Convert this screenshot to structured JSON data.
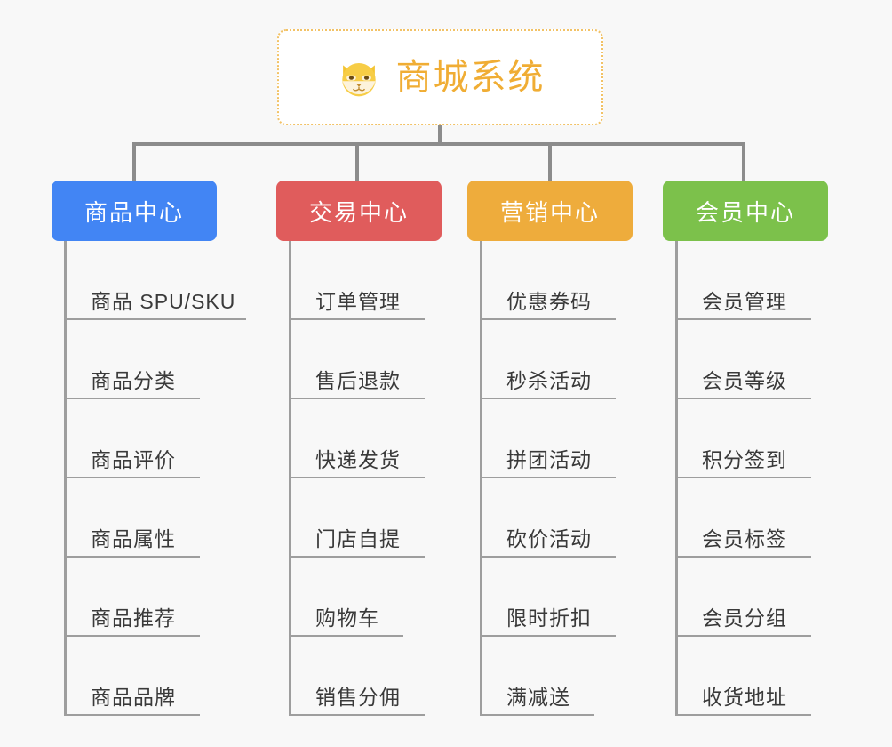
{
  "page": {
    "background_color": "#f8f8f8",
    "line_color": "#8c8c8c",
    "leaf_line_color": "#9e9e9e"
  },
  "root": {
    "title": "商城系统",
    "icon": "shiba-dog-face-emoji",
    "title_color": "#f0ad34",
    "border_color": "#f2c266",
    "background_color": "#ffffff"
  },
  "columns": [
    {
      "header": "商品中心",
      "color": "#4285f4",
      "items": [
        "商品 SPU/SKU",
        "商品分类",
        "商品评价",
        "商品属性",
        "商品推荐",
        "商品品牌"
      ]
    },
    {
      "header": "交易中心",
      "color": "#e05c5c",
      "items": [
        "订单管理",
        "售后退款",
        "快递发货",
        "门店自提",
        "购物车",
        "销售分佣"
      ]
    },
    {
      "header": "营销中心",
      "color": "#eeac3c",
      "items": [
        "优惠券码",
        "秒杀活动",
        "拼团活动",
        "砍价活动",
        "限时折扣",
        "满减送"
      ]
    },
    {
      "header": "会员中心",
      "color": "#7cc14b",
      "items": [
        "会员管理",
        "会员等级",
        "积分签到",
        "会员标签",
        "会员分组",
        "收货地址"
      ]
    }
  ]
}
